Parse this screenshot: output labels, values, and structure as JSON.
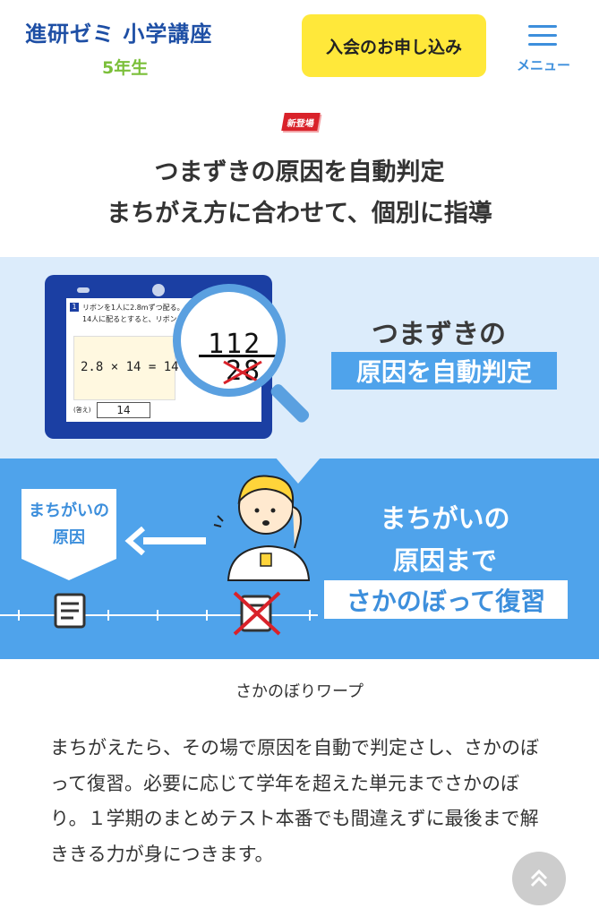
{
  "header": {
    "logo": "進研ゼミ 小学講座",
    "grade": "5年生",
    "apply_button": "入会のお申し込み",
    "menu_label": "メニュー"
  },
  "badge": {
    "new": "新登場"
  },
  "headline": {
    "line1": "つまずきの原因を自動判定",
    "line2": "まちがえ方に合わせて、個別に指導"
  },
  "tablet": {
    "question_number": "1",
    "question_line1": "リボンを1人に2.8mずつ配る。",
    "question_line2": "14人に配るとすると、リボンは",
    "equation": "2.8 × 14 = 14",
    "answer_label": "(答え)",
    "answer_value": "14",
    "magnified_line1": "112",
    "magnified_line2": "28"
  },
  "top_panel": {
    "text1": "つまずきの",
    "text2": "原因を自動判定"
  },
  "bottom_panel": {
    "arrow_box_line1": "まちがいの",
    "arrow_box_line2": "原因",
    "text1": "まちがいの",
    "text2": "原因まで",
    "text3": "さかのぼって復習"
  },
  "caption": "さかのぼりワープ",
  "body": {
    "paragraph": "まちがえたら、その場で原因を自動で判定さし、さかのぼって復習。必要に応じて学年を超えた単元までさかのぼり。１学期のまとめテスト本番でも間違えずに最後まで解ききる力が身につきます。"
  },
  "colors": {
    "brand_blue": "#1e4fa5",
    "accent_blue": "#4fa3eb",
    "light_blue": "#dcecfb",
    "cta_yellow": "#ffe83a",
    "grade_green": "#7bbf3a",
    "badge_red": "#d9222a"
  },
  "icons": [
    "hamburger-menu-icon",
    "left-arrow-icon",
    "document-icon",
    "crossed-document-icon",
    "chevron-up-icon"
  ]
}
